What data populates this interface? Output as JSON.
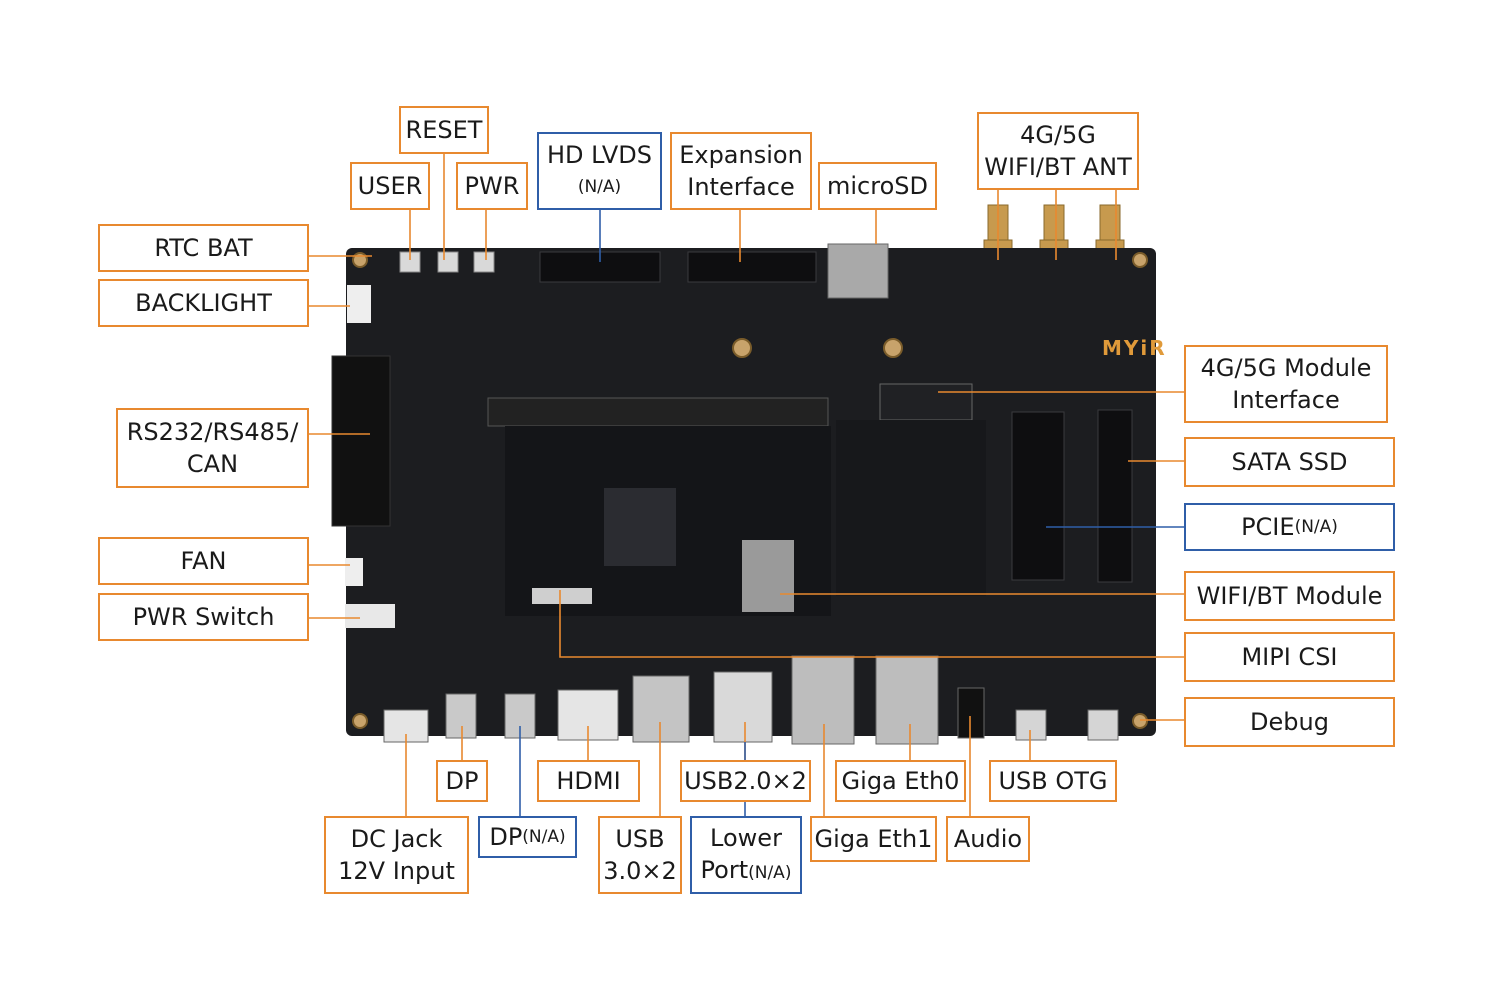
{
  "brand_mark": "MYiR",
  "accent_color": "#e8892f",
  "na_color": "#2f5ea8",
  "board_color": "#1c1d20",
  "labels": {
    "rtc_bat": "RTC BAT",
    "backlight": "BACKLIGHT",
    "rs232": "RS232/RS485/",
    "can": "CAN",
    "fan": "FAN",
    "pwr_switch": "PWR Switch",
    "user": "USER",
    "reset": "RESET",
    "pwr": "PWR",
    "hd_lvds": "HD LVDS",
    "hd_lvds_na": "(N/A)",
    "expansion_1": "Expansion",
    "expansion_2": "Interface",
    "microsd": "microSD",
    "ant_1": "4G/5G",
    "ant_2": "WIFI/BT ANT",
    "module_1": "4G/5G Module",
    "module_2": "Interface",
    "sata": "SATA SSD",
    "pcie": "PCIE",
    "pcie_na": "(N/A)",
    "wifi_module": "WIFI/BT Module",
    "mipi": "MIPI CSI",
    "debug": "Debug",
    "dc_1": "DC Jack",
    "dc_2": "12V Input",
    "dp": "DP",
    "dp2": "DP",
    "dp2_na": "(N/A)",
    "hdmi": "HDMI",
    "usb3_1": "USB",
    "usb3_2": "3.0×2",
    "usb2": "USB2.0×2",
    "lower_1": "Lower",
    "lower_2": "Port",
    "lower_na": "(N/A)",
    "eth0": "Giga Eth0",
    "eth1": "Giga Eth1",
    "audio": "Audio",
    "usb_otg": "USB OTG"
  }
}
